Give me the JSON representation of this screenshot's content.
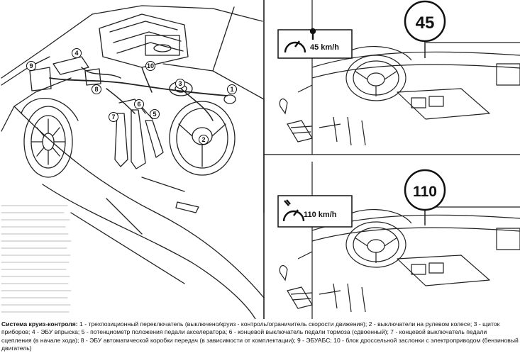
{
  "callouts": [
    "1",
    "2",
    "3",
    "4",
    "5",
    "6",
    "7",
    "8",
    "9",
    "10"
  ],
  "panels": [
    {
      "sign": "45",
      "speed": "45 km/h"
    },
    {
      "sign": "110",
      "speed": "110 km/h"
    }
  ],
  "caption": {
    "title": "Система круиз-контроля:",
    "text": "1 - трехпозиционный переключатель (выключено/круиз - контроль/ограничитель скорости движения); 2 - выключатели на рулевом колесе; 3 - щиток приборов; 4 - ЭБУ впрыска; 5 - потенциометр положения педали акселератора; 6 - концевой выключатель педали тормоза (сдвоенный); 7 - концевой выключатель педали сцепления (в начале хода); 8 - ЭБУ автоматической коробки передач (в зависимости от комплектации); 9 - ЭБУАБС; 10 - блок дроссельной заслонки с электроприводом (бензиновый двигатель)"
  }
}
